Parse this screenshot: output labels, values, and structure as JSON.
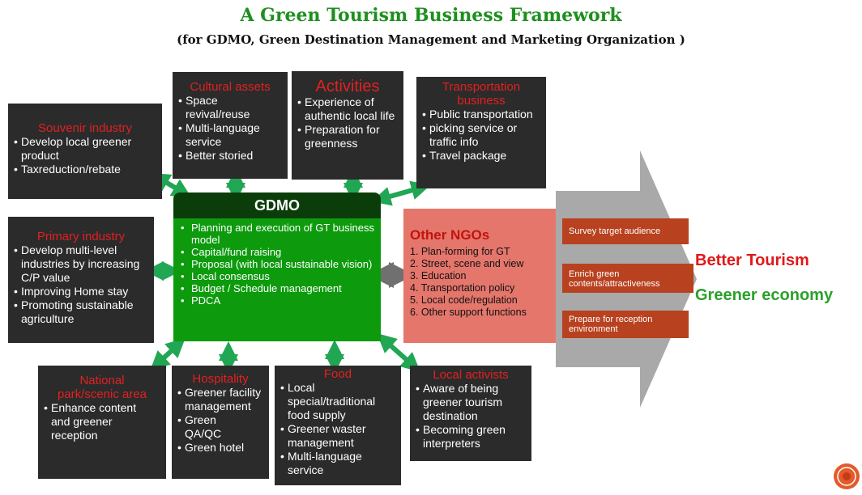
{
  "header": {
    "title": "A Green Tourism Business Framework",
    "subtitle": "(for GDMO, Green Destination Management and Marketing Organization )"
  },
  "boxes": {
    "souvenir": {
      "title": "Souvenir industry",
      "items": [
        "Develop local greener product",
        "Taxreduction/rebate"
      ]
    },
    "cultural": {
      "title": "Cultural assets",
      "items": [
        "Space revival/reuse",
        "Multi-language service",
        "Better storied"
      ]
    },
    "activities": {
      "title": "Activities",
      "items": [
        "Experience of authentic local life",
        "Preparation for greenness"
      ]
    },
    "transport": {
      "title": "Transportation business",
      "items": [
        "Public transportation",
        "picking service or traffic info",
        "Travel package"
      ]
    },
    "primary": {
      "title": "Primary industry",
      "items": [
        "Develop multi-level industries by increasing C/P value",
        "Improving Home stay",
        "Promoting sustainable agriculture"
      ]
    },
    "national": {
      "title": "National park/scenic area",
      "items": [
        "Enhance content and greener reception"
      ]
    },
    "hospitality": {
      "title": "Hospitality",
      "items": [
        "Greener facility management",
        "Green QA/QC",
        "Green hotel"
      ]
    },
    "food": {
      "title": "Food",
      "items": [
        "Local special/traditional food supply",
        "Greener waster management",
        "Multi-language service"
      ]
    },
    "activists": {
      "title": "Local activists",
      "items": [
        "Aware of being greener tourism destination",
        "Becoming green interpreters"
      ]
    }
  },
  "gdmo": {
    "title": "GDMO",
    "items": [
      "Planning and execution of GT business model",
      "Capital/fund raising",
      "Proposal (with local sustainable vision)",
      "Local consensus",
      "Budget / Schedule management",
      "PDCA"
    ]
  },
  "ngo": {
    "title": "Other NGOs",
    "items": [
      "1. Plan-forming for GT",
      "2. Street, scene and view",
      "3. Education",
      "4. Transportation policy",
      "5. Local code/regulation",
      "6. Other support functions"
    ]
  },
  "outcomes": [
    "Survey target audience",
    "Enrich green contents/attractiveness",
    "Prepare for reception environment"
  ],
  "results": {
    "better_tourism": "Better Tourism",
    "greener_economy": "Greener economy"
  },
  "colors": {
    "green_arrow": "#21a653",
    "box_dark": "#2b2b2b",
    "heading_red": "#e32020",
    "gdmo_green": "#0d9b0d",
    "ngo_salmon": "#e5766c",
    "outcome_brown": "#b8411f"
  }
}
